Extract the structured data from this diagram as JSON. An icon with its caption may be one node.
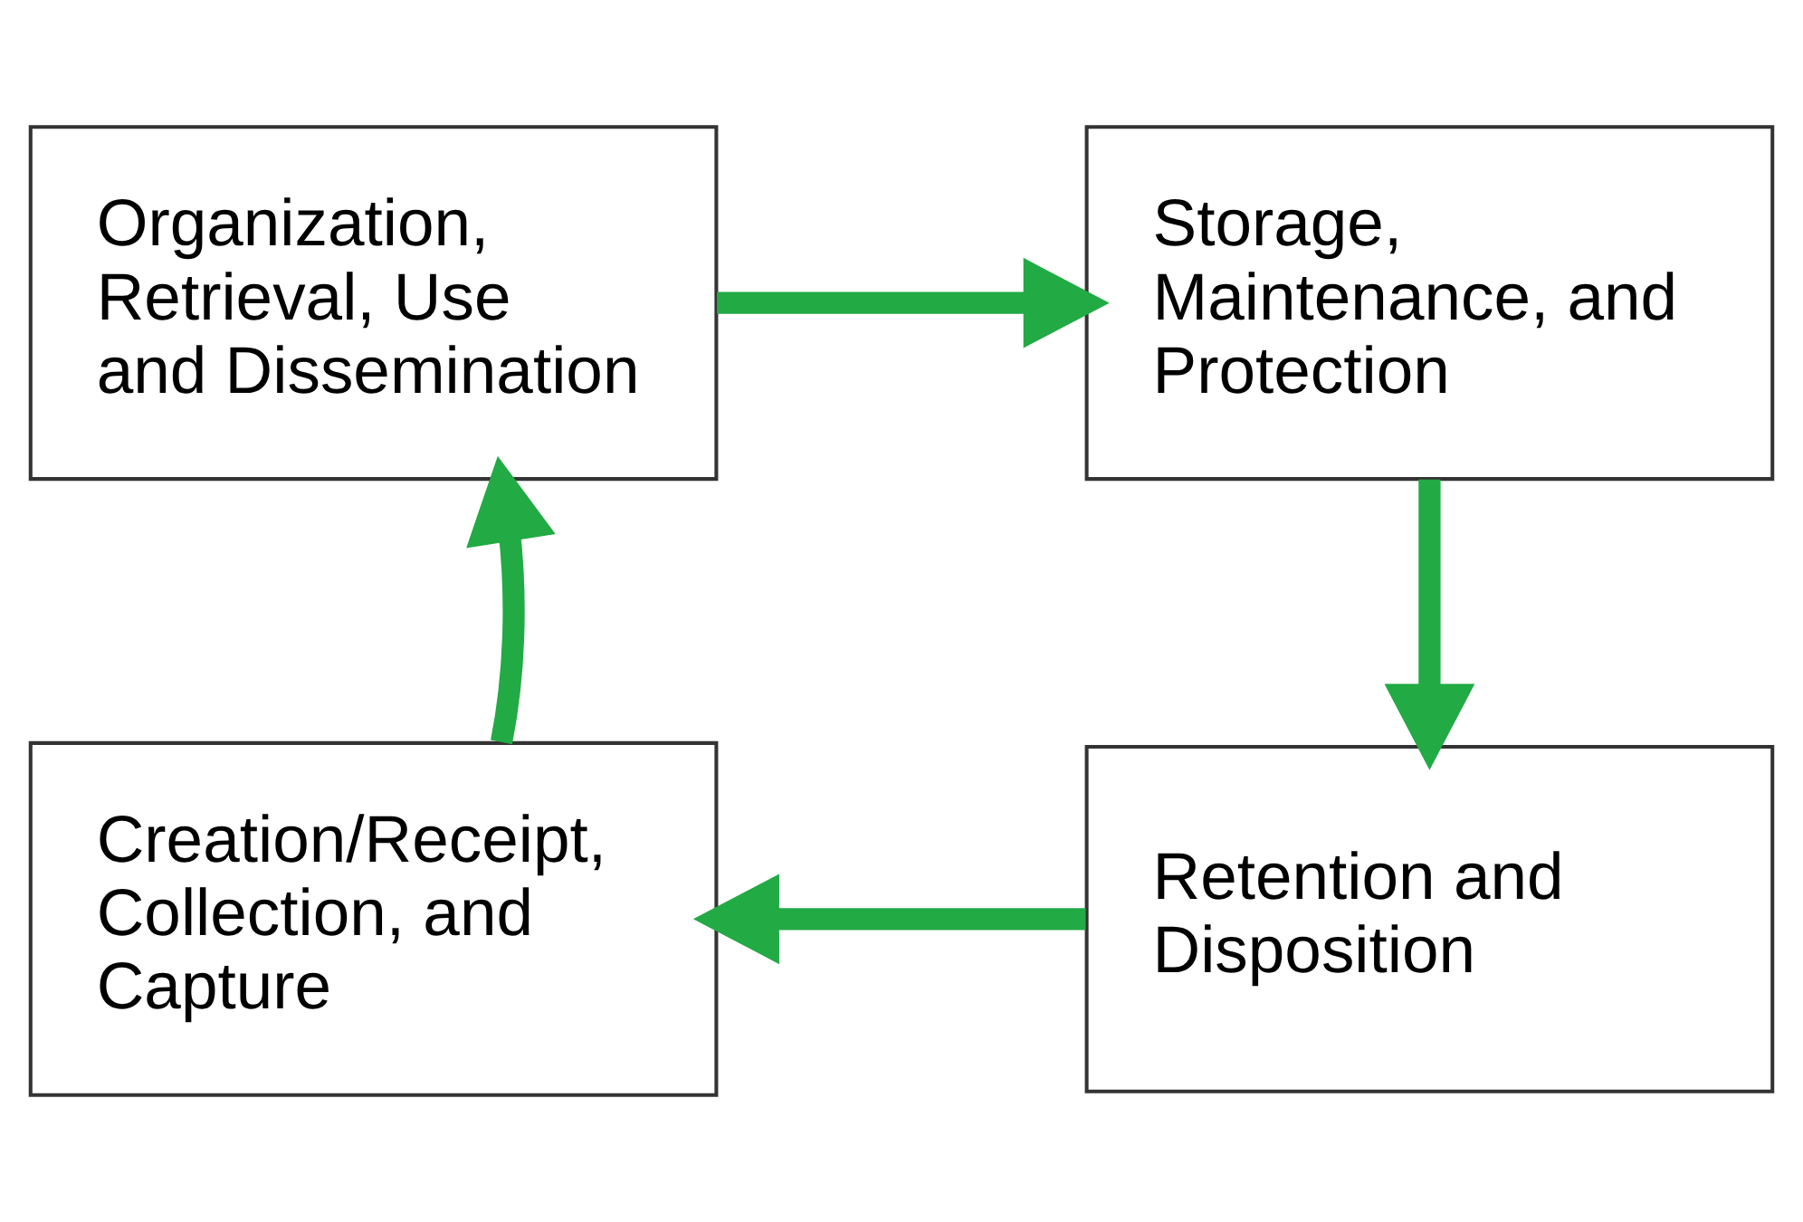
{
  "diagram": {
    "nodes": [
      {
        "text": [
          "Creation/Receipt, Collection, and Capture"
        ]
      },
      {
        "text": [
          "Organization, Retrieval, Use and Dissemination"
        ]
      },
      {
        "text": [
          "Storage, Maintenance, and Protection"
        ]
      },
      {
        "text": [
          "Retention and Disposition"
        ]
      }
    ],
    "edges": [
      {
        "from": 0,
        "to": 1,
        "arrow": "to"
      },
      {
        "from": 1,
        "to": 2,
        "arrow": "to"
      },
      {
        "from": 2,
        "to": 3,
        "arrow": "to"
      },
      {
        "from": 3,
        "to": 0,
        "arrow": "to"
      }
    ]
  }
}
